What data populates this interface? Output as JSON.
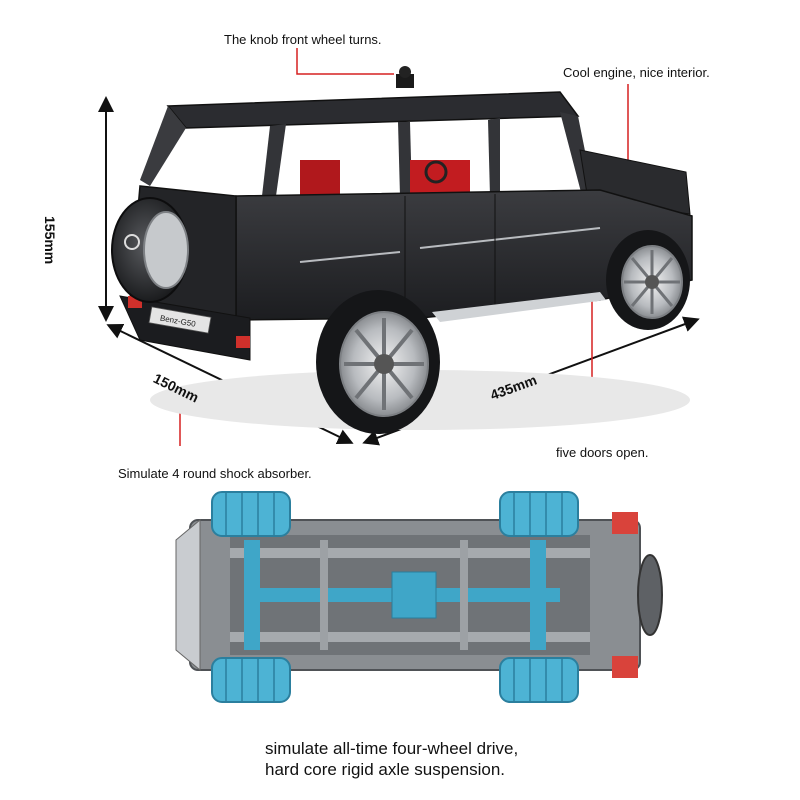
{
  "callouts": {
    "knob": "The knob front wheel turns.",
    "engine": "Cool engine, nice interior.",
    "doors": "five doors open.",
    "shock": "Simulate 4 round shock absorber."
  },
  "dimensions": {
    "height": "155mm",
    "width": "150mm",
    "length": "435mm"
  },
  "plate": "Benz-G50",
  "caption": {
    "line1": "simulate all-time four-wheel drive,",
    "line2": "hard core rigid axle suspension."
  },
  "colors": {
    "callout_line": "#d62020",
    "body": "#2a2b2e",
    "chassis_blue": "#3fa6c8",
    "chassis_gray": "#7f8387"
  }
}
